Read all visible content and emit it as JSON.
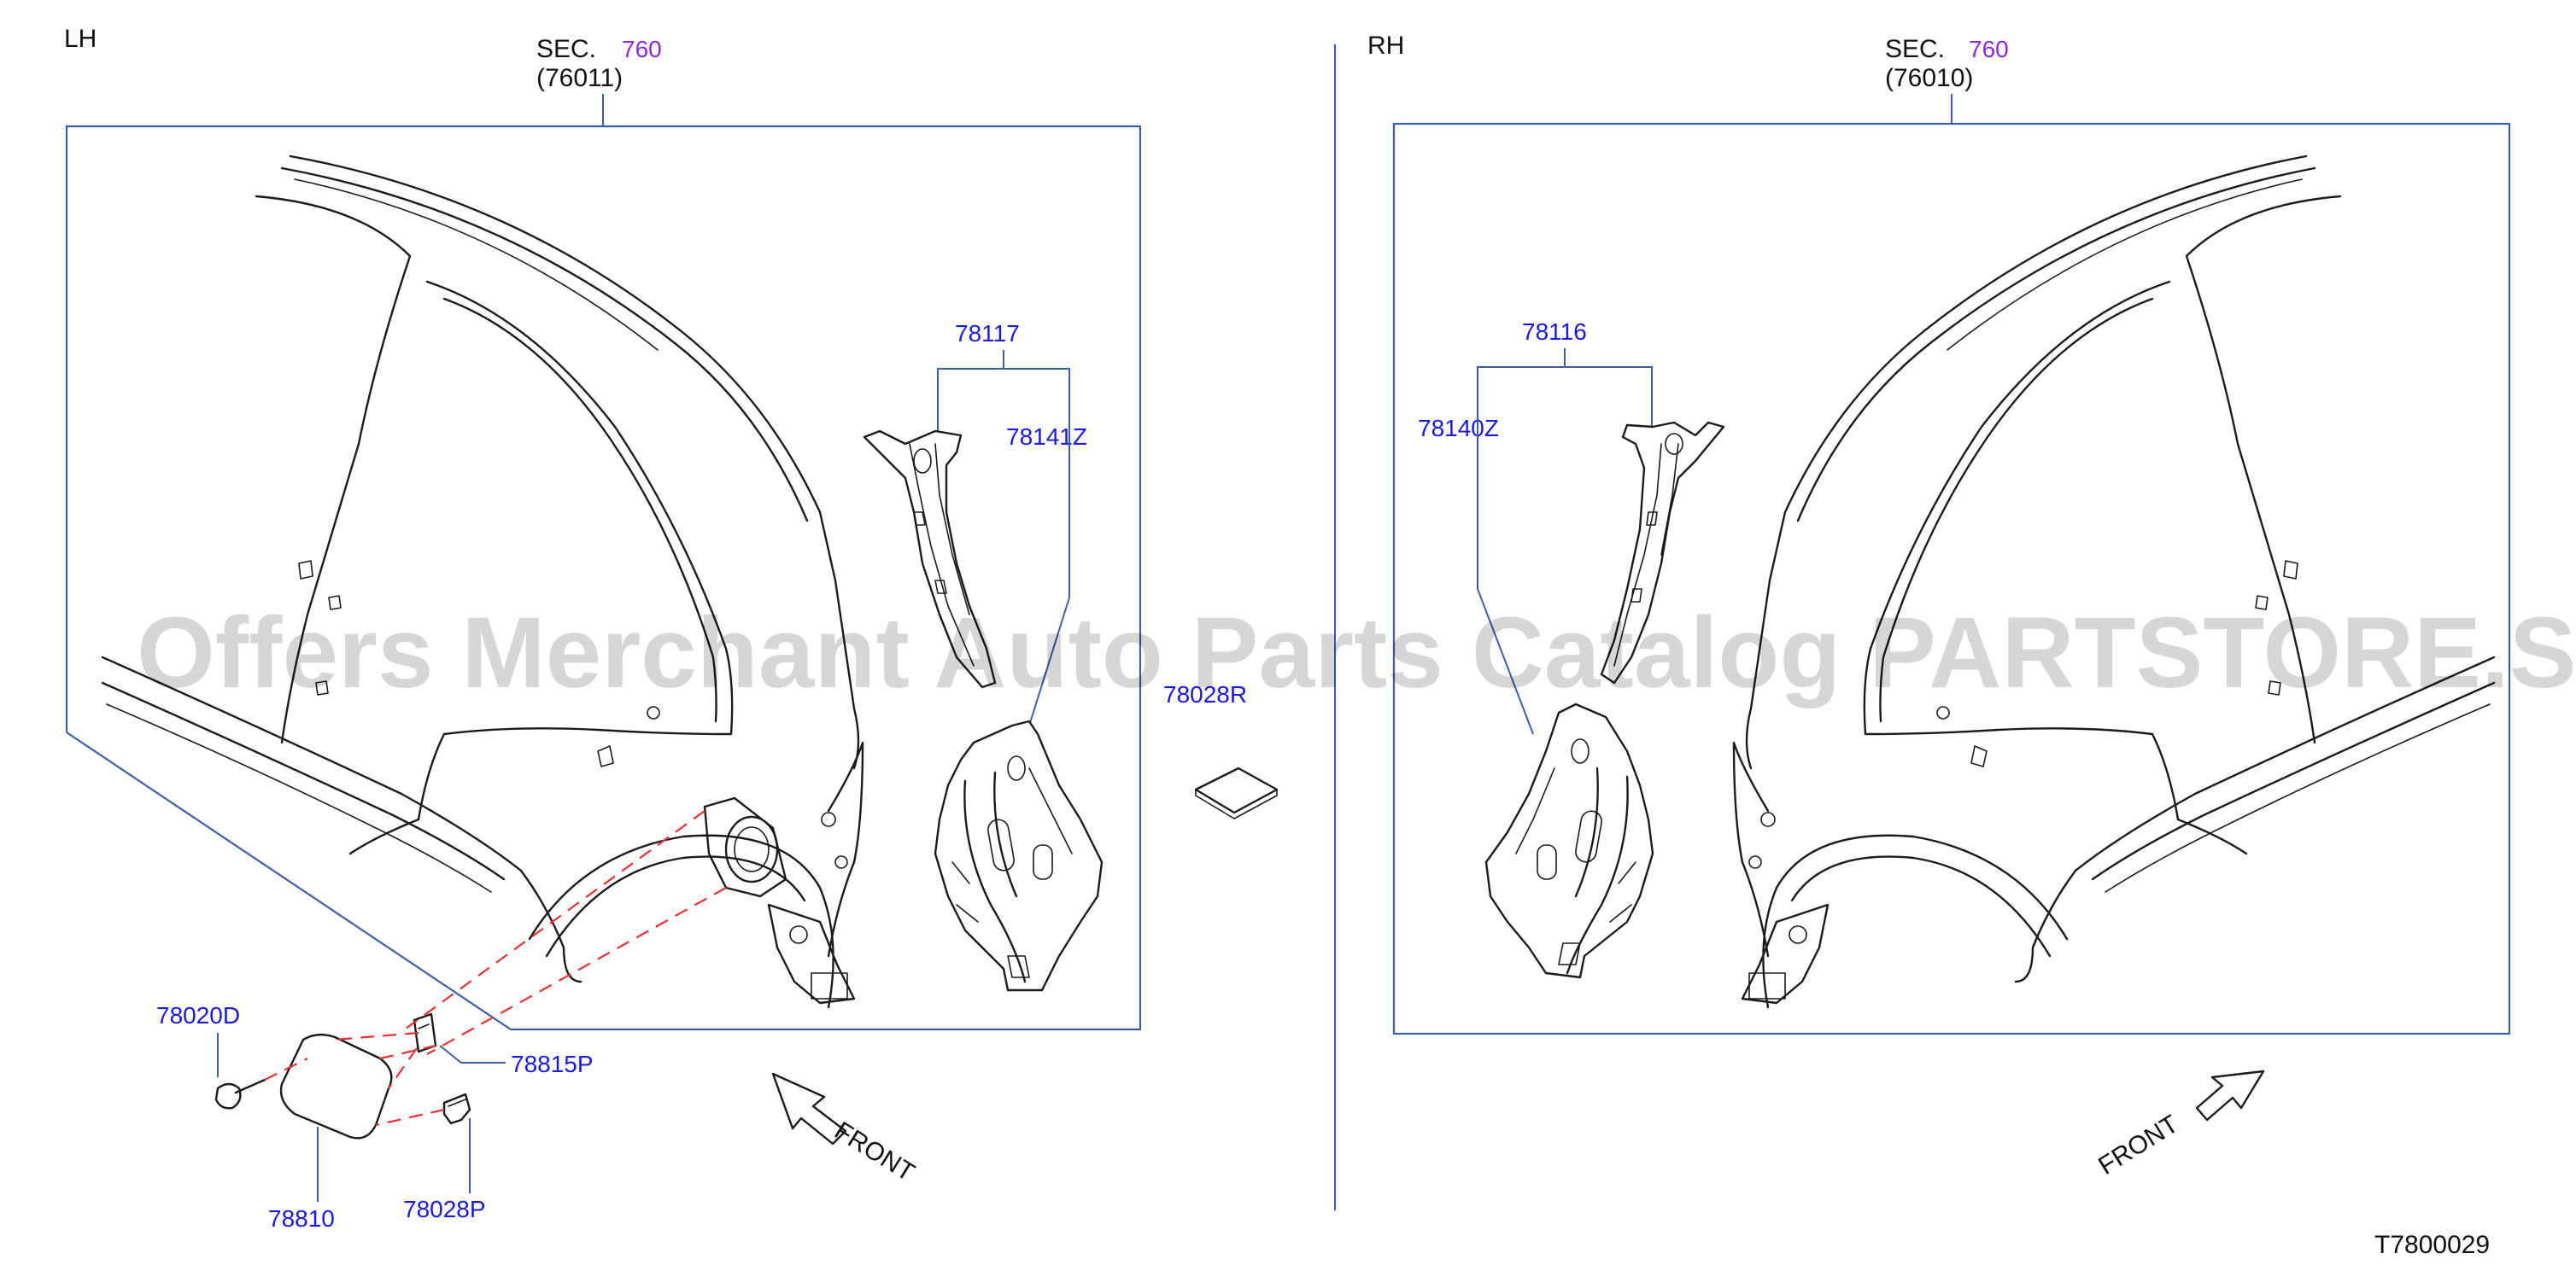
{
  "diagram": {
    "left_side": {
      "side_label": "LH",
      "sec_prefix": "SEC.",
      "sec_number": "760",
      "sec_sub": "(76011)"
    },
    "right_side": {
      "side_label": "RH",
      "sec_prefix": "SEC.",
      "sec_number": "760",
      "sec_sub": "(76010)"
    },
    "parts": {
      "p78117": "78117",
      "p78141Z": "78141Z",
      "p78028R": "78028R",
      "p78020D": "78020D",
      "p78815P": "78815P",
      "p78810": "78810",
      "p78028P": "78028P",
      "p78116": "78116",
      "p78140Z": "78140Z"
    },
    "front_left": "FRONT",
    "front_right": "FRONT",
    "watermark": "Offers Merchant Auto Parts Catalog PARTSTORE.SA",
    "diagram_code": "T7800029"
  },
  "colors": {
    "part_number": "#1a1adc",
    "section_number": "#8a2be2",
    "frame": "#3a5ea8",
    "mating_lines": "#e83030"
  }
}
